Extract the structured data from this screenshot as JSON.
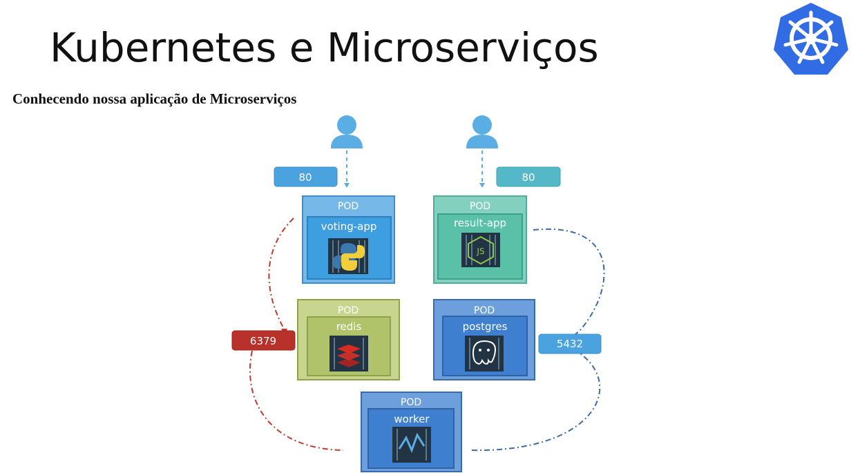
{
  "header": {
    "title": "Kubernetes e Microserviços",
    "subtitle": "Conhecendo nossa aplicação de Microserviços",
    "logo_icon": "kubernetes-helm-logo"
  },
  "diagram": {
    "ports": {
      "voting_port": "80",
      "result_port": "80",
      "redis_port": "6379",
      "postgres_port": "5432"
    },
    "pods": {
      "voting": {
        "label": "POD",
        "name": "voting-app",
        "icon": "python-icon"
      },
      "result": {
        "label": "POD",
        "name": "result-app",
        "icon": "nodejs-icon"
      },
      "redis": {
        "label": "POD",
        "name": "redis",
        "icon": "redis-icon"
      },
      "postgres": {
        "label": "POD",
        "name": "postgres",
        "icon": "postgres-icon"
      },
      "worker": {
        "label": "POD",
        "name": "worker",
        "icon": "worker-icon"
      }
    },
    "colors": {
      "voting": "#5aaee3",
      "result": "#6cc7b0",
      "redis": "#b7c97a",
      "postgres": "#4a86cf",
      "worker": "#4a86cf",
      "red_link": "#c0392b",
      "blue_link": "#3a6aa8",
      "k8s_blue": "#326ce5"
    }
  }
}
